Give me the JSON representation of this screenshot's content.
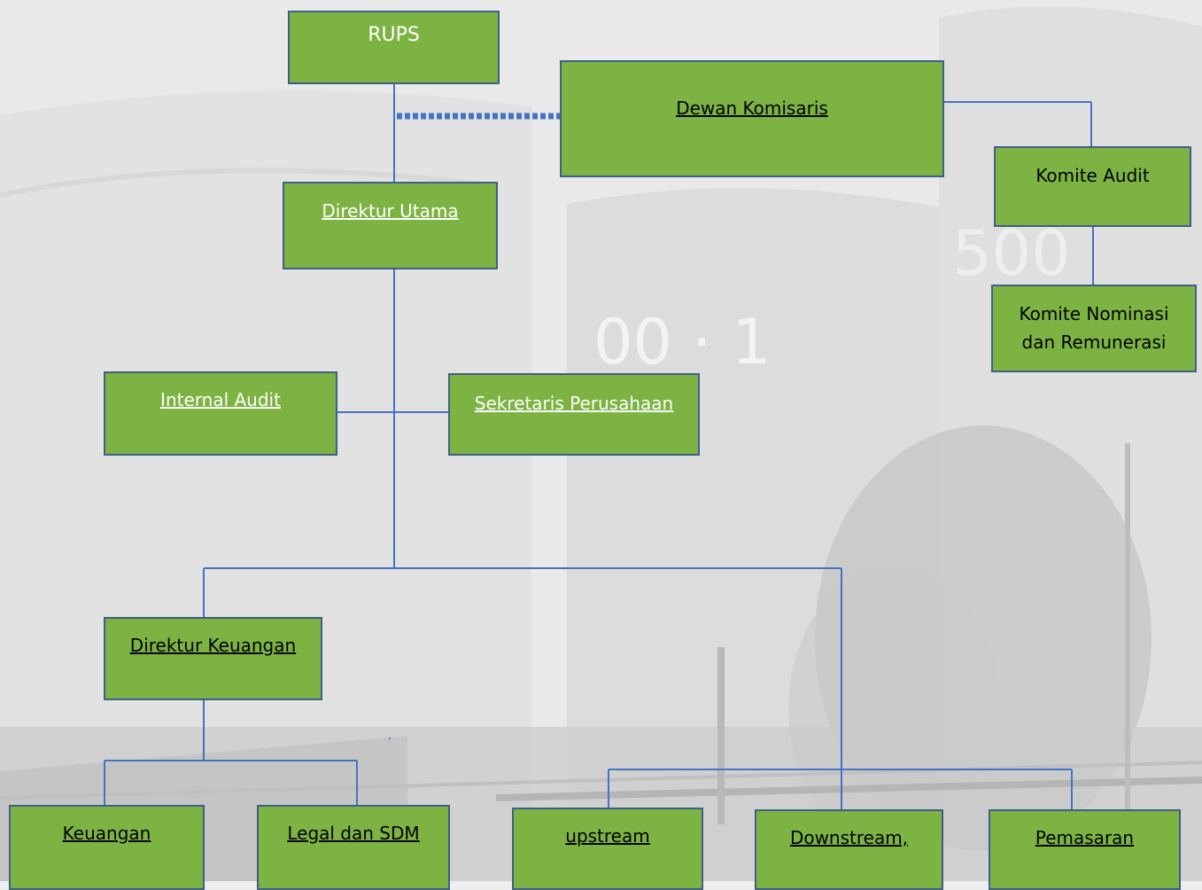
{
  "org_chart": {
    "nodes": {
      "rups": "RUPS",
      "dewan_komisaris": "Dewan Komisaris",
      "komite_audit": "Komite Audit",
      "komite_nominasi_line1": "Komite  Nominasi",
      "komite_nominasi_line2": "dan Remunerasi",
      "direktur_utama": "Direktur Utama",
      "internal_audit": "Internal Audit",
      "sekretaris_perusahaan": "Sekretaris Perusahaan",
      "direktur_keuangan": "Direktur  Keuangan",
      "keuangan": "Keuangan",
      "legal_sdm": "Legal dan SDM",
      "upstream": "upstream",
      "downstream": "Downstream,",
      "pemasaran": "Pemasaran"
    },
    "colors": {
      "box_fill": "#7cb342",
      "box_border": "#3f5f86",
      "connector": "#4472c4",
      "dotted_connector": "#4472c4"
    }
  }
}
